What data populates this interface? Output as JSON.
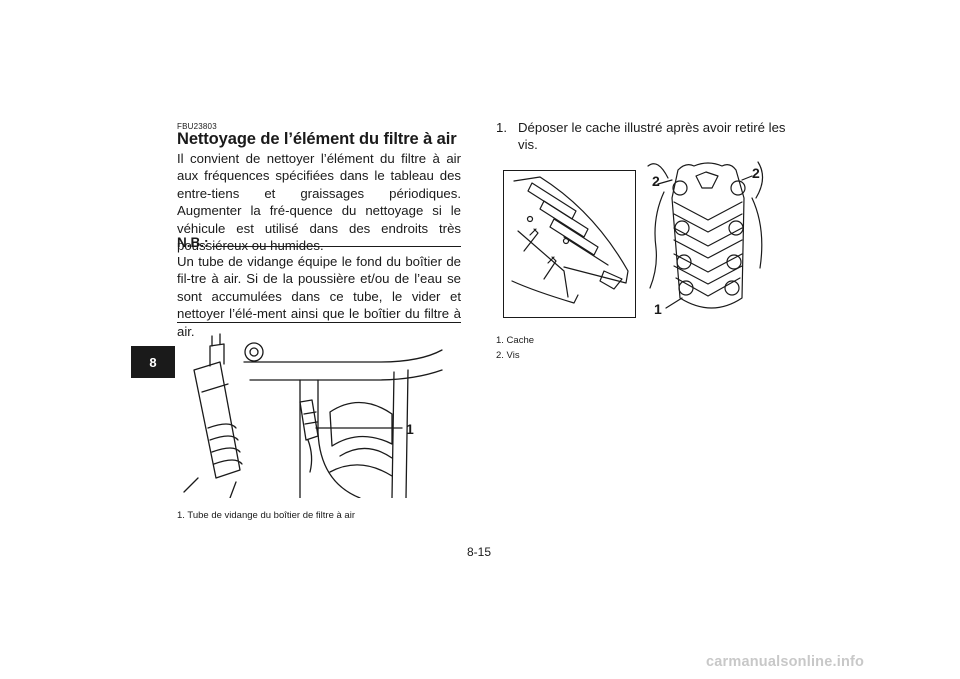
{
  "chapter_tab": "8",
  "section_code": "FBU23803",
  "section_title": "Nettoyage de l’élément du filtre à air",
  "intro_paragraph": "Il convient de nettoyer l’élément du filtre à air aux fréquences spécifiées dans le tableau des entre-tiens et graissages périodiques. Augmenter la fré-quence du nettoyage si le véhicule est utilisé dans des endroits très poussiéreux ou humides.",
  "note": {
    "label": "N.B.:",
    "text": "Un tube de vidange équipe le fond du boîtier de fil-tre à air. Si de la poussière et/ou de l’eau se sont accumulées dans ce tube, le vider et nettoyer l’élé-ment ainsi que le boîtier du filtre à air."
  },
  "figure1": {
    "callout": "1",
    "caption": "1.  Tube de vidange du boîtier de filtre à air"
  },
  "step1": {
    "number": "1.",
    "text": "Déposer le cache illustré après avoir retiré les vis."
  },
  "figure2": {
    "callout_1": "1",
    "callout_2_left": "2",
    "callout_2_right": "2",
    "legend": [
      "1.  Cache",
      "2.  Vis"
    ]
  },
  "page_number": "8-15",
  "watermark": "carmanualsonline.info"
}
